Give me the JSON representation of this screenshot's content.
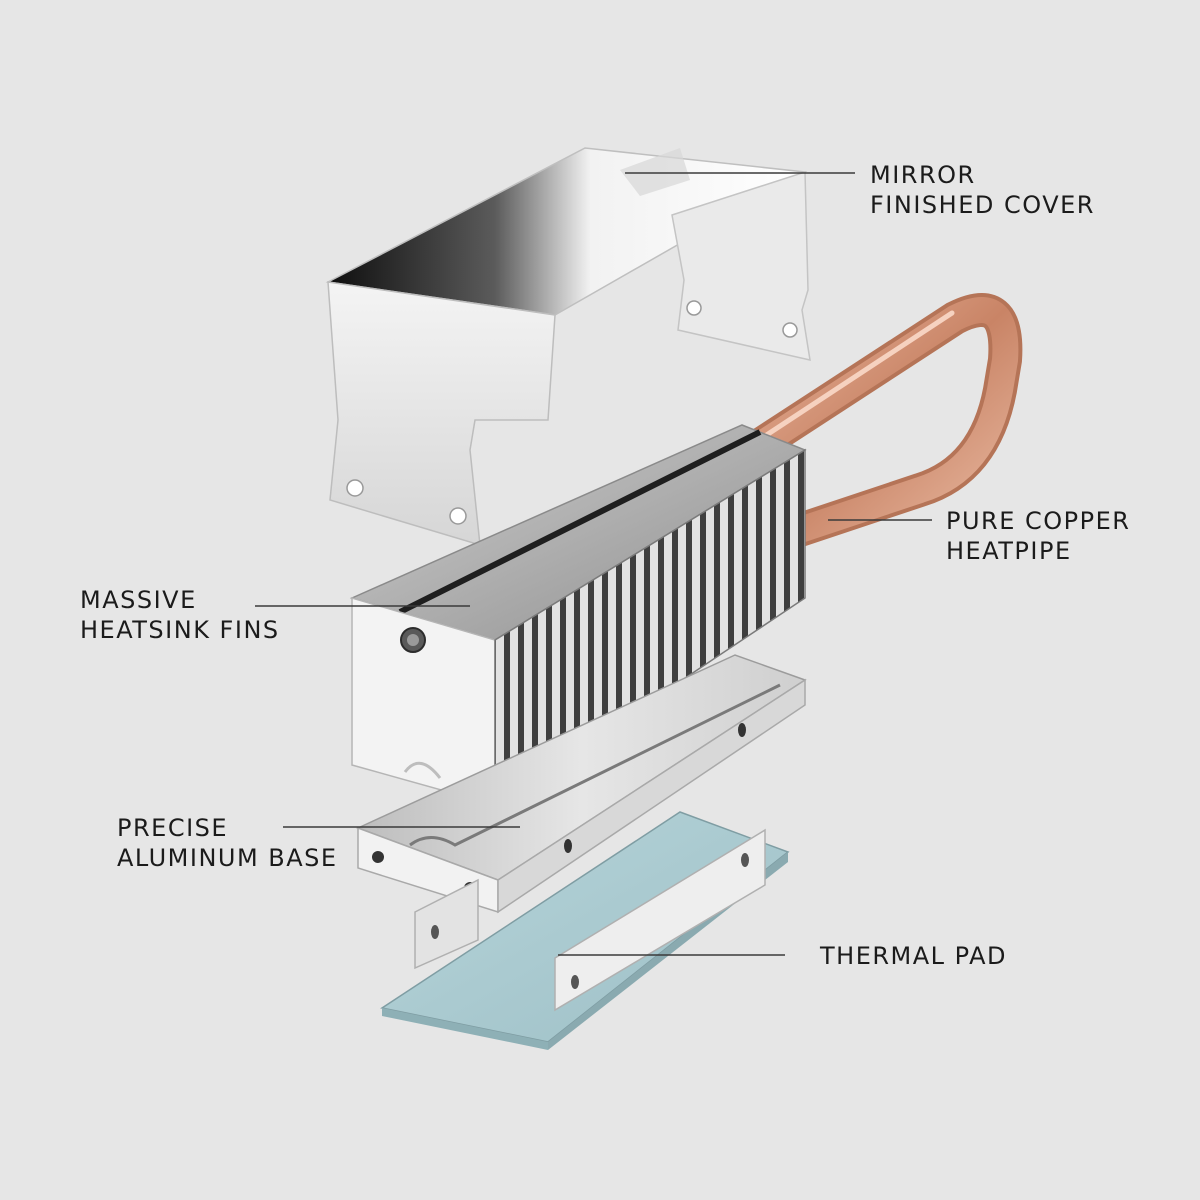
{
  "labels": {
    "cover": {
      "line1": "MIRROR",
      "line2": "FINISHED COVER"
    },
    "heatpipe": {
      "line1": "PURE COPPER",
      "line2": "HEATPIPE"
    },
    "fins": {
      "line1": "MASSIVE",
      "line2": "HEATSINK FINS"
    },
    "base": {
      "line1": "PRECISE",
      "line2": "ALUMINUM BASE"
    },
    "pad": {
      "line1": "THERMAL PAD"
    }
  },
  "colors": {
    "background": "#e6e6e6",
    "text": "#1b1b1b",
    "copper": "#d8987a",
    "aluminum": "#d9dadc",
    "fin_dark": "#3a3a3a",
    "thermal_pad": "#a9c9cf"
  }
}
